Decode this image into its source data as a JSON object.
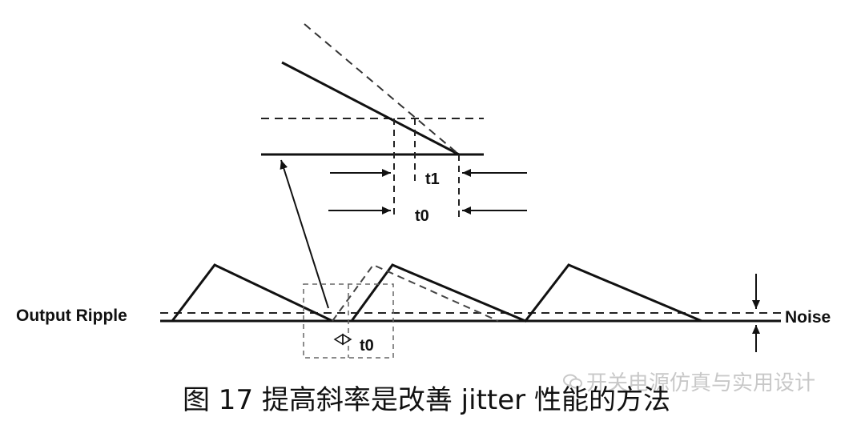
{
  "labels": {
    "output_ripple": "Output Ripple",
    "noise": "Noise",
    "t1_top": "t1",
    "t0_top": "t0",
    "t0_bottom": "t0"
  },
  "caption": "图 17  提高斜率是改善 jitter 性能的方法",
  "watermark": "开关电源仿真与实用设计"
}
